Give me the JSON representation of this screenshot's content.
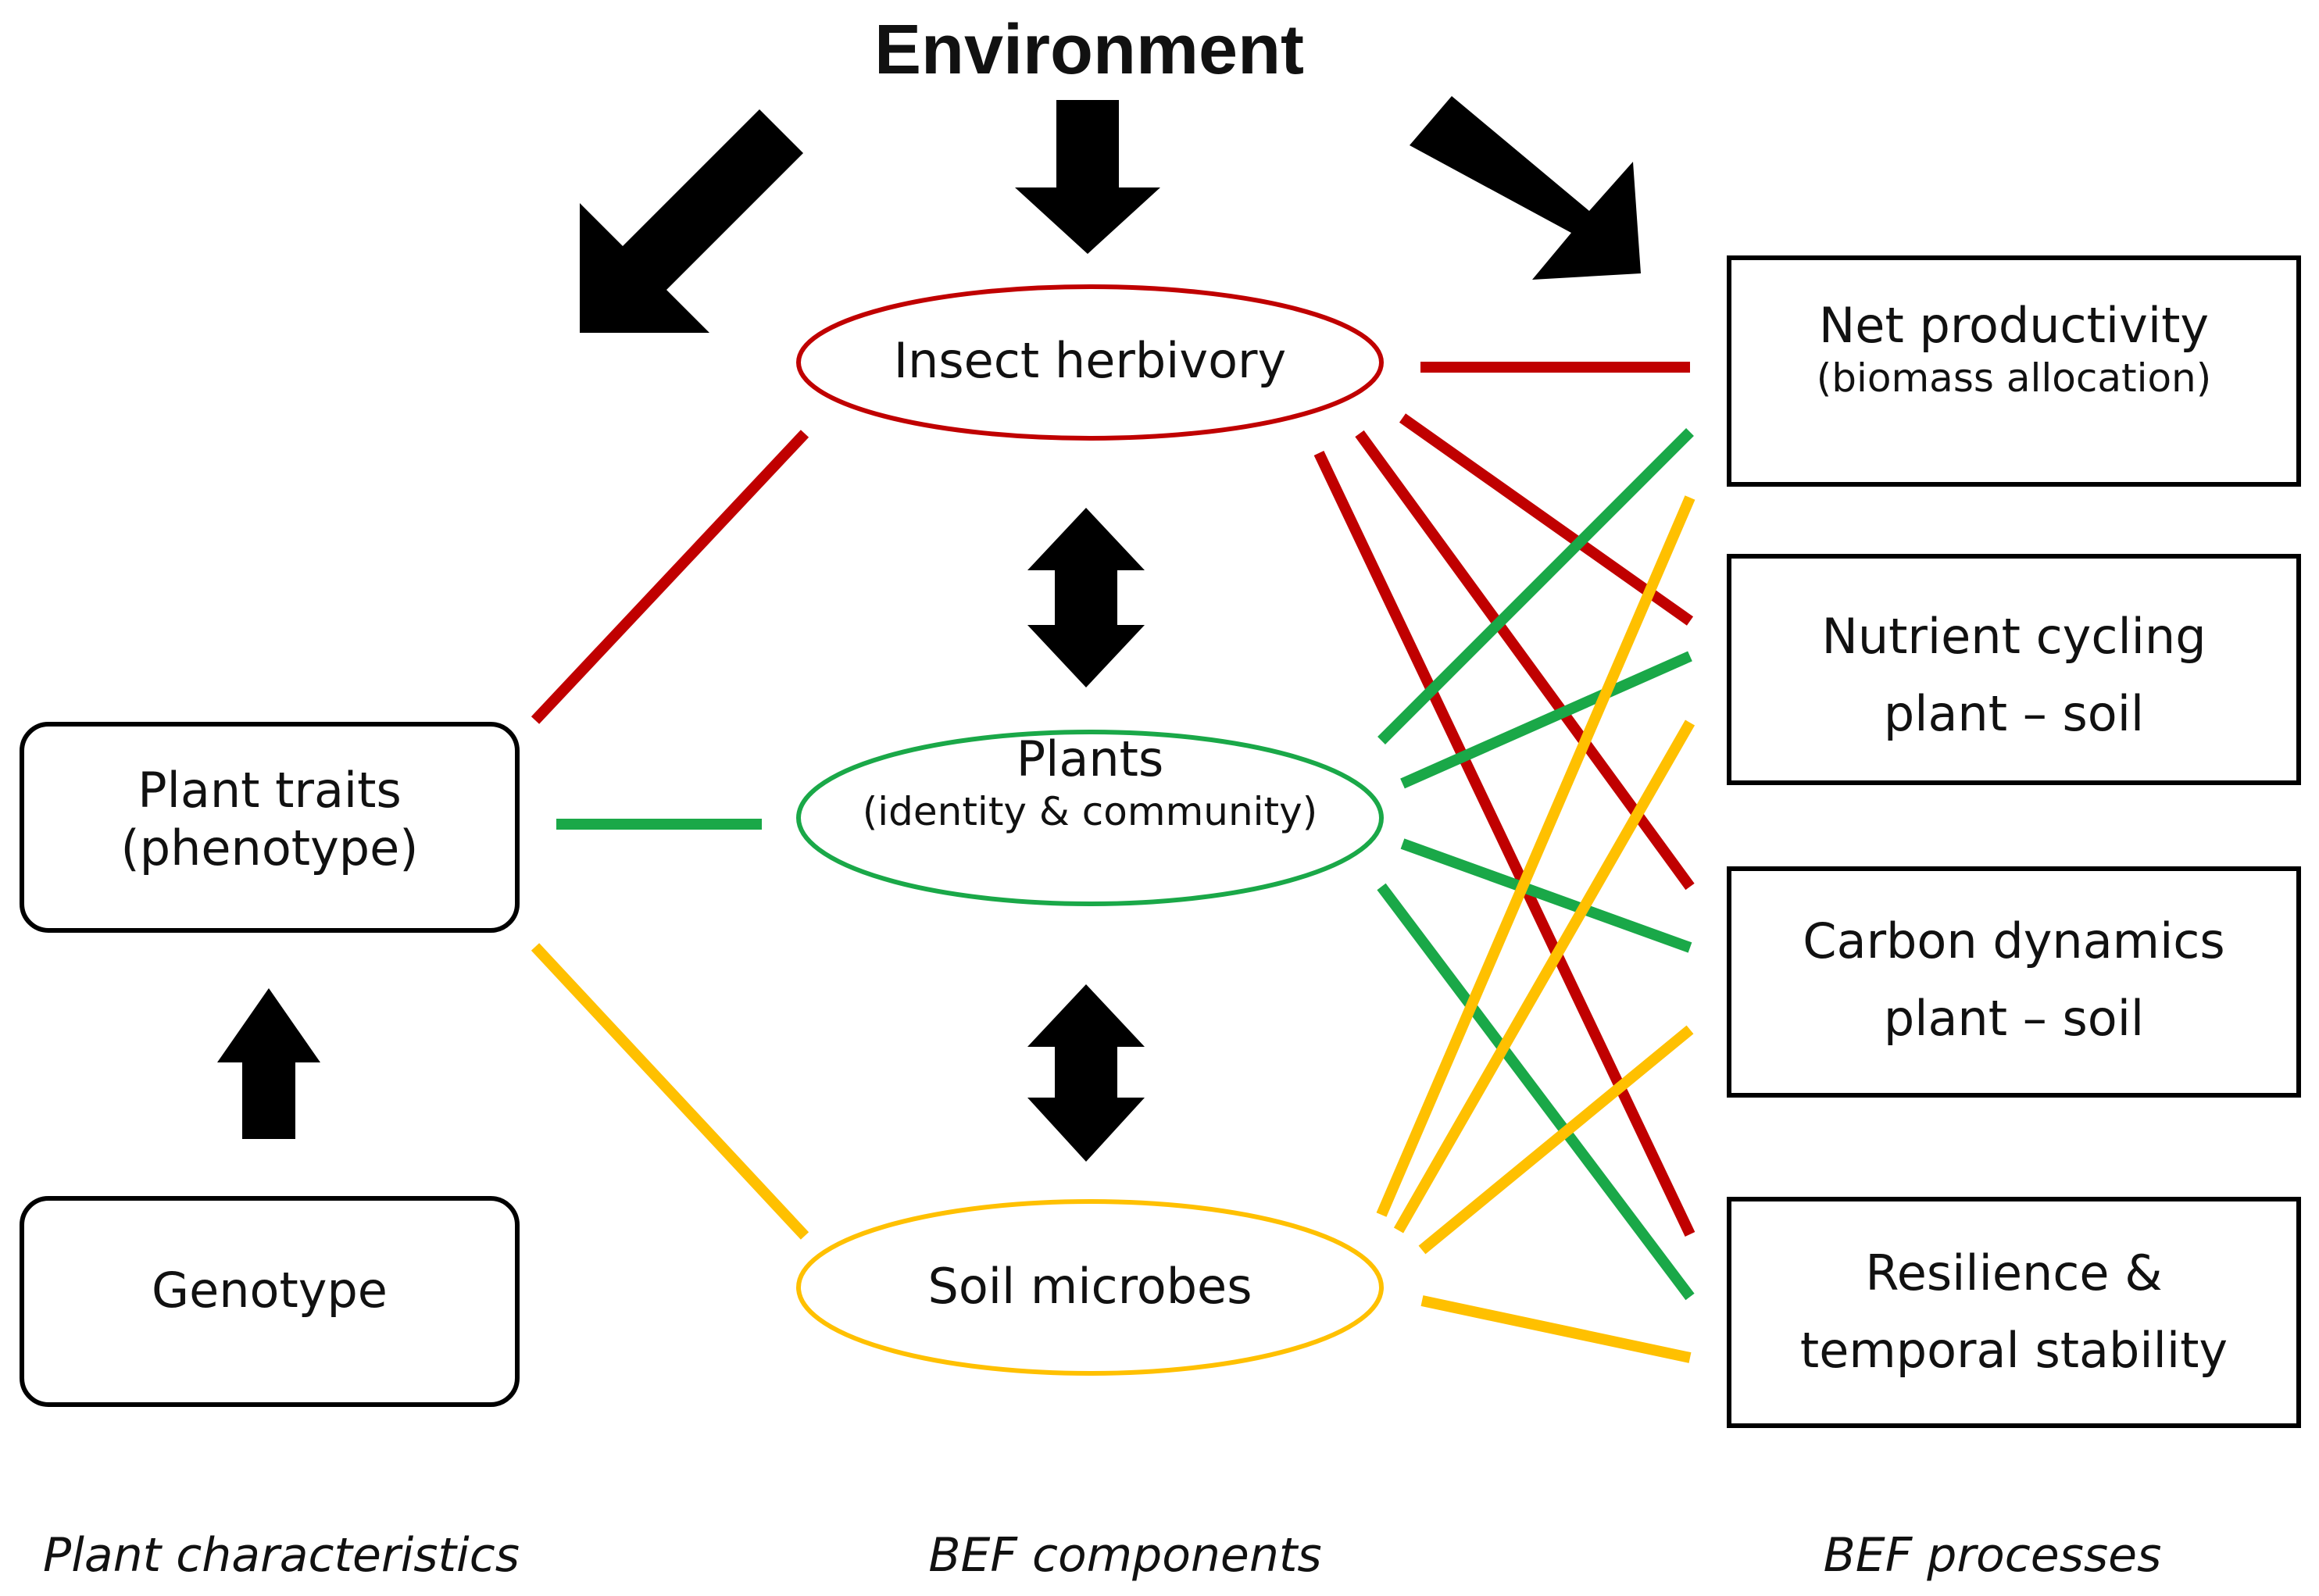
{
  "title": "Environment",
  "nodes": {
    "plant_traits": {
      "line1": "Plant traits",
      "line2": "(phenotype)"
    },
    "genotype": {
      "label": "Genotype"
    },
    "insect_herbivory": {
      "label": "Insect herbivory"
    },
    "plants": {
      "line1": "Plants",
      "line2": "(identity & community)"
    },
    "soil_microbes": {
      "label": "Soil microbes"
    },
    "net_productivity": {
      "line1": "Net productivity",
      "line2": "(biomass allocation)"
    },
    "nutrient_cycling": {
      "line1": "Nutrient cycling",
      "line2": "plant – soil"
    },
    "carbon_dynamics": {
      "line1": "Carbon dynamics",
      "line2": "plant – soil"
    },
    "resilience": {
      "line1": "Resilience &",
      "line2": "temporal stability"
    }
  },
  "captions": {
    "left": "Plant characteristics",
    "middle": "BEF components",
    "right": "BEF processes"
  },
  "colors": {
    "herbivory": "#c00000",
    "plants": "#1aa848",
    "microbes": "#ffc000",
    "arrow": "#000000"
  }
}
